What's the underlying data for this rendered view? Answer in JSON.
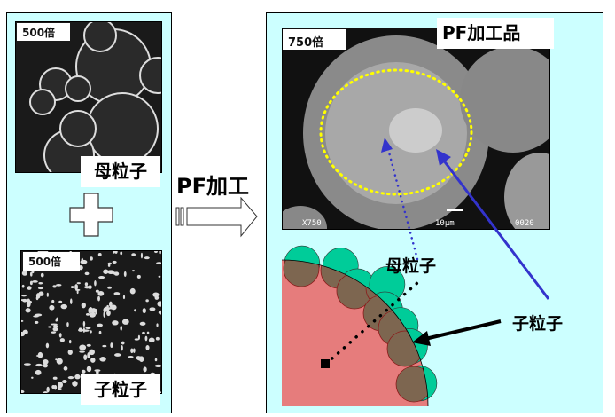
{
  "left": {
    "mother_image": {
      "magnification": "500倍",
      "label": "母粒子"
    },
    "child_image": {
      "magnification": "500倍",
      "label": "子粒子"
    },
    "plus_icon": "plus"
  },
  "process": {
    "label": "PF加工",
    "arrow_icon": "right-arrow"
  },
  "right": {
    "product_image": {
      "magnification": "750倍",
      "title": "PF加工品",
      "scale_text": "X750",
      "scale_bar": "10μm",
      "code": "0020"
    },
    "diagram": {
      "mother_label": "母粒子",
      "child_label": "子粒子"
    }
  },
  "colors": {
    "panel": "#ccffff",
    "mother_particle": "#e67c7c",
    "child_particle_inner": "#7d6650",
    "child_particle_outer": "#00cc99",
    "pointer_blue": "#3333cc",
    "circle_yellow": "#ffff00"
  }
}
